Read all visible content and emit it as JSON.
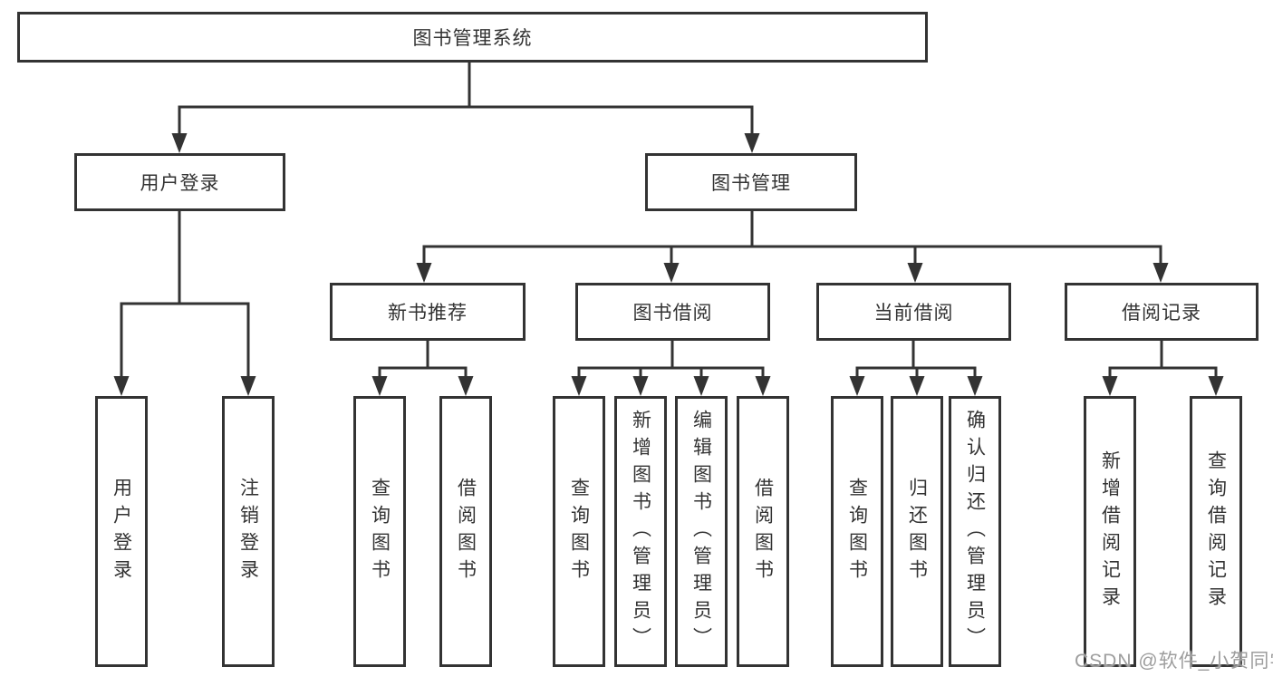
{
  "diagram_type": "functional-structure-tree",
  "tree": {
    "root": "图书管理系统",
    "children": [
      {
        "label": "用户登录",
        "children": [
          "用户登录",
          "注销登录"
        ]
      },
      {
        "label": "图书管理",
        "children": [
          {
            "label": "新书推荐",
            "children": [
              "查询图书",
              "借阅图书"
            ]
          },
          {
            "label": "图书借阅",
            "children": [
              "查询图书",
              "新增图书（管理员）",
              "编辑图书（管理员）",
              "借阅图书"
            ]
          },
          {
            "label": "当前借阅",
            "children": [
              "查询图书",
              "归还图书",
              "确认归还（管理员）"
            ]
          },
          {
            "label": "借阅记录",
            "children": [
              "新增借阅记录",
              "查询借阅记录"
            ]
          }
        ]
      }
    ]
  },
  "watermark": {
    "text": "CSDN @软件_小贺同学"
  },
  "colors": {
    "line": "#333333",
    "text": "#333333",
    "box_background": "#ffffff",
    "watermark": "#9d9d9d",
    "background": "#ffffff"
  }
}
